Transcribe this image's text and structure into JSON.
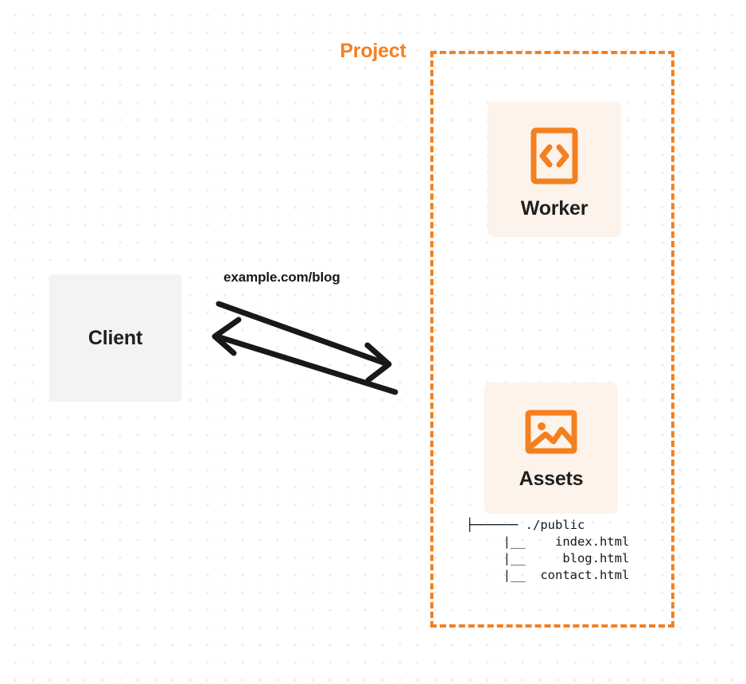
{
  "diagram": {
    "title_label": "Project",
    "client": {
      "label": "Client",
      "icon": "client-box"
    },
    "edge": {
      "label": "example.com/blog",
      "direction": "bidirectional"
    },
    "cards": [
      {
        "id": "worker",
        "label": "Worker",
        "icon": "code-brackets-icon"
      },
      {
        "id": "assets",
        "label": "Assets",
        "icon": "image-picture-icon"
      }
    ],
    "file_tree": {
      "lines": [
        "├────── ./public",
        "     |__    index.html",
        "     |__     blog.html",
        "     |__  contact.html"
      ],
      "root": "./public",
      "children": [
        "index.html",
        "blog.html",
        "contact.html"
      ]
    },
    "colors": {
      "accent": "#f38020",
      "card_background": "#fdf3ea",
      "client_background": "#f2f3f4",
      "text": "#1f1f20",
      "canvas": "#ffffff",
      "grid_dot": "#e8eaec"
    }
  }
}
